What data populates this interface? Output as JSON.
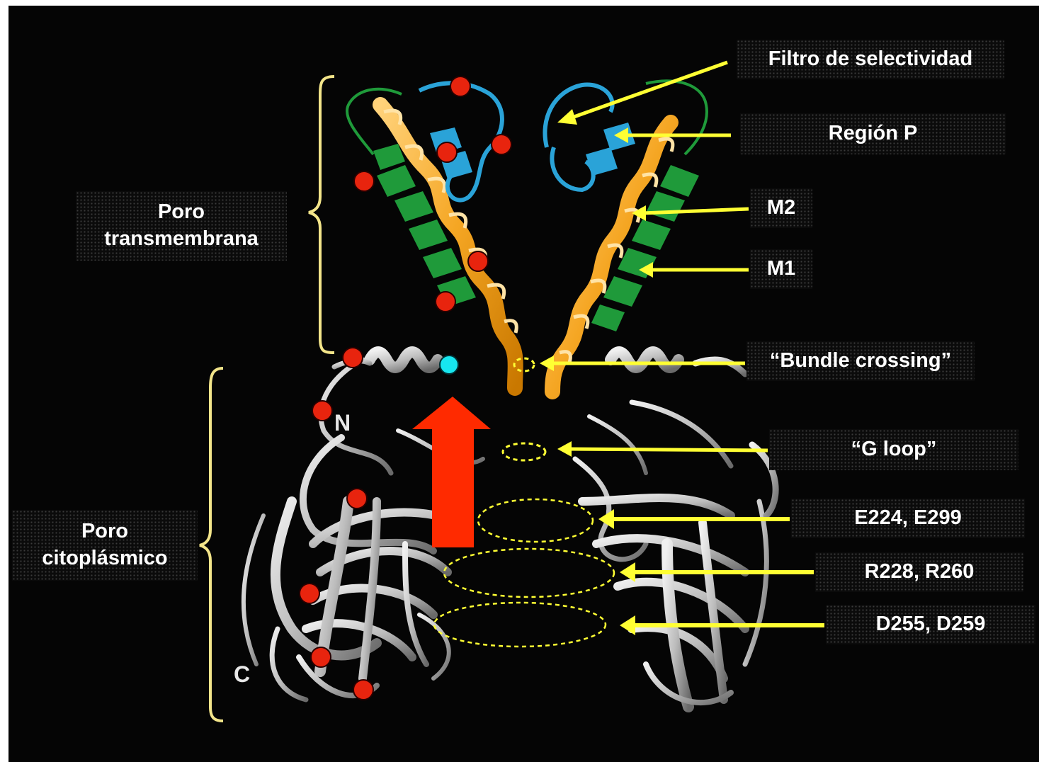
{
  "labels": {
    "filtro": "Filtro de selectividad",
    "region_p": "Región P",
    "m2": "M2",
    "m1": "M1",
    "bundle": "“Bundle crossing”",
    "gloop": "“G loop”",
    "e224": "E224, E299",
    "r228": "R228, R260",
    "d255": "D255, D259",
    "poro_trans_l1": "Poro",
    "poro_trans_l2": "transmembrana",
    "poro_cito_l1": "Poro",
    "poro_cito_l2": "citoplásmico",
    "n_terminus": "N",
    "c_terminus": "C"
  },
  "colors": {
    "background": "#050505",
    "helix_orange": "#f5a623",
    "sheet_green": "#1f9a3a",
    "p_region_blue": "#2aa3d8",
    "ribbon_gray": "#bdbdbd",
    "pointer_yellow": "#ffff33",
    "bracket_yellow": "#f3e58a",
    "marker_red": "#e8240e",
    "marker_cyan": "#17e6ef",
    "flow_arrow": "#ff2a00"
  }
}
